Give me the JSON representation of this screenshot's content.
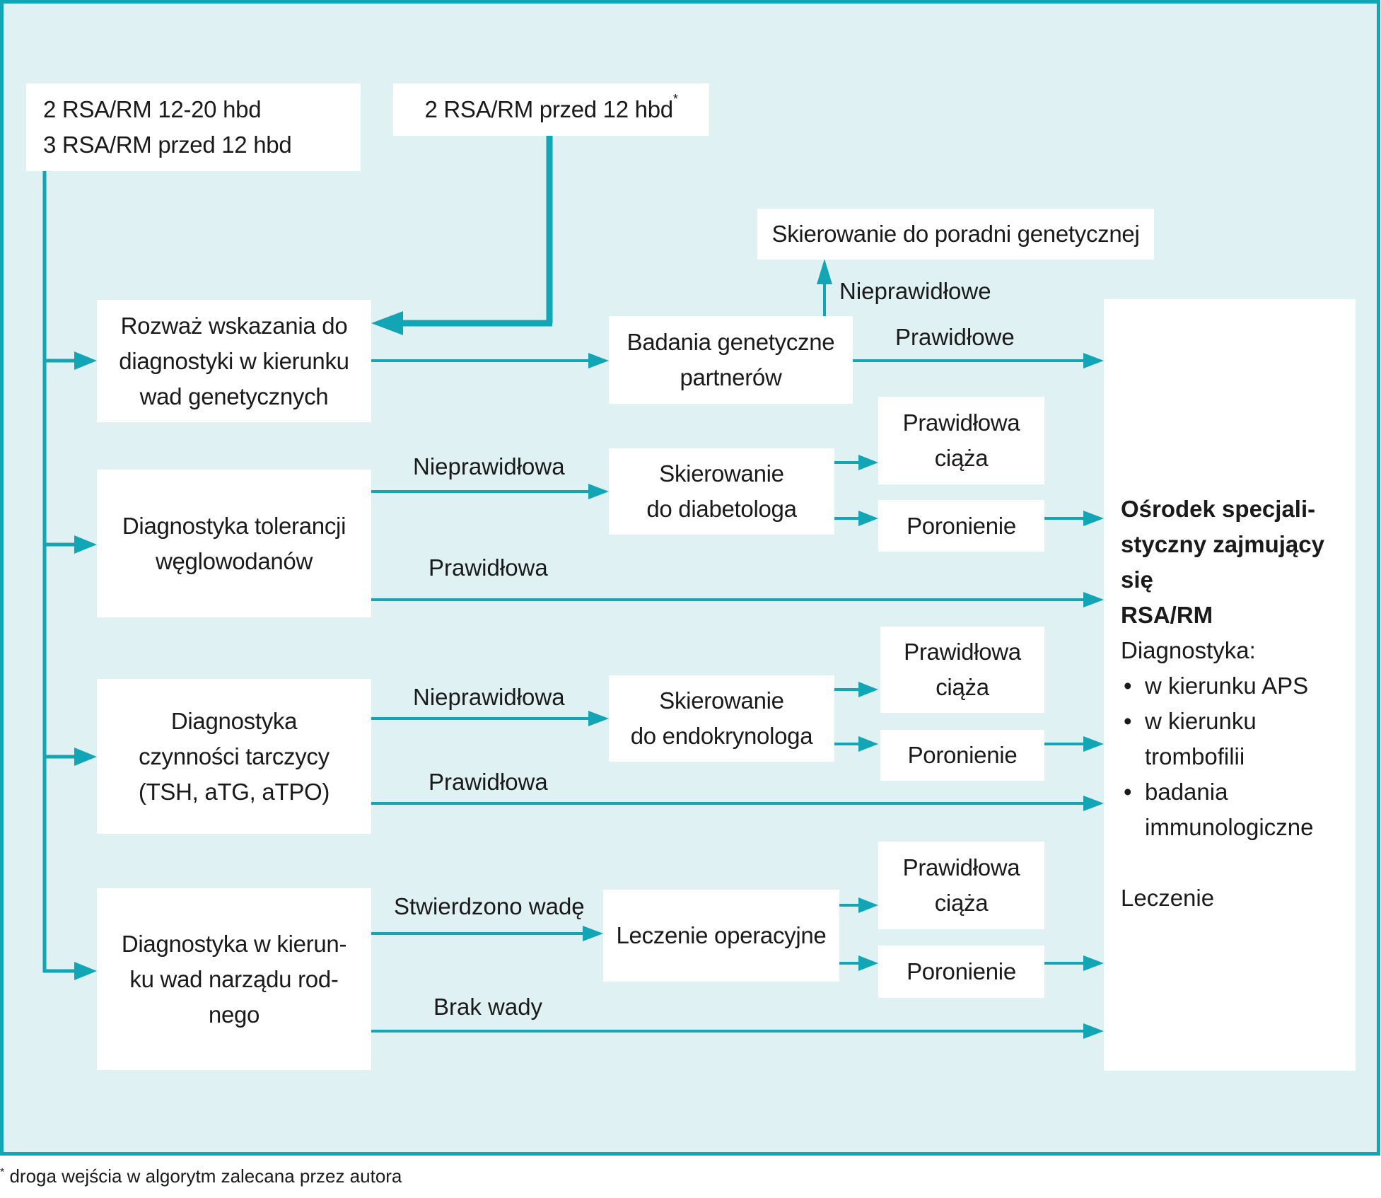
{
  "colors": {
    "accent": "#12a5b6",
    "background": "#e0f1f3",
    "box": "#ffffff",
    "text": "#1a1a1a"
  },
  "entry": {
    "left_lines": [
      "2 RSA/RM 12-20 hbd",
      "3 RSA/RM przed 12 hbd"
    ],
    "right_text": "2 RSA/RM przed 12 hbd",
    "right_mark": "*"
  },
  "genetic": {
    "consider_lines": [
      "Rozważ wskazania do",
      "diagnostyki w kierunku",
      "wad genetycznych"
    ],
    "tests_lines": [
      "Badania genetyczne",
      "partnerów"
    ],
    "referral": "Skierowanie do poradni genetycznej",
    "abnormal_label": "Nieprawidłowe",
    "normal_label": "Prawidłowe"
  },
  "glucose": {
    "box_lines": [
      "Diagnostyka tolerancji",
      "węglowodanów"
    ],
    "abnormal_label": "Nieprawidłowa",
    "normal_label": "Prawidłowa",
    "referral_lines": [
      "Skierowanie",
      "do diabetologa"
    ],
    "outcome_ok_lines": [
      "Prawidłowa",
      "ciąża"
    ],
    "outcome_loss": "Poronienie"
  },
  "thyroid": {
    "box_lines": [
      "Diagnostyka",
      "czynności tarczycy",
      "(TSH, aTG, aTPO)"
    ],
    "abnormal_label": "Nieprawidłowa",
    "normal_label": "Prawidłowa",
    "referral_lines": [
      "Skierowanie",
      "do endokrynologa"
    ],
    "outcome_ok_lines": [
      "Prawidłowa",
      "ciąża"
    ],
    "outcome_loss": "Poronienie"
  },
  "uterine": {
    "box_lines": [
      "Diagnostyka w kierun-",
      "ku wad narządu rod-",
      "nego"
    ],
    "abnormal_label": "Stwierdzono wadę",
    "normal_label": "Brak wady",
    "treatment": "Leczenie operacyjne",
    "outcome_ok_lines": [
      "Prawidłowa",
      "ciąża"
    ],
    "outcome_loss": "Poronienie"
  },
  "center": {
    "title_lines": [
      "Ośrodek specjali-",
      "styczny zajmujący się",
      "RSA/RM"
    ],
    "diag_label": "Diagnostyka:",
    "bullets": [
      [
        "w kierunku APS"
      ],
      [
        "w kierunku",
        "trombofilii"
      ],
      [
        "badania",
        "immunologiczne"
      ]
    ],
    "treatment": "Leczenie"
  },
  "footnote": {
    "mark": "*",
    "text": " droga wejścia w algorytm zalecana przez autora"
  }
}
